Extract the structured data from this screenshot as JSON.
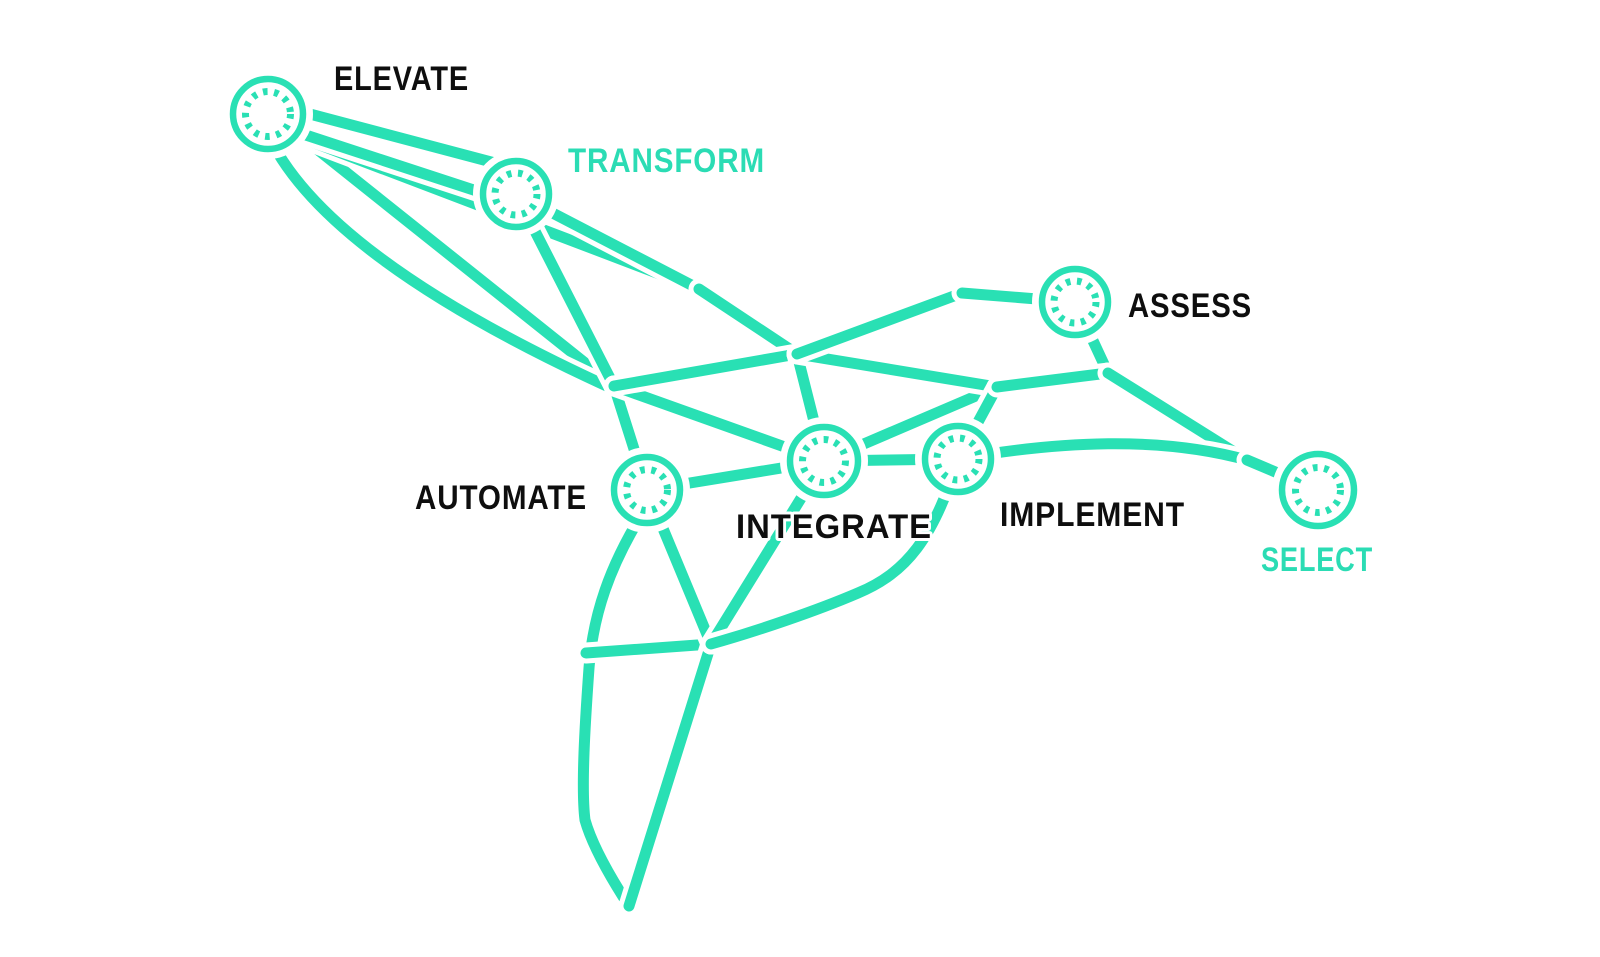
{
  "diagram": {
    "colors": {
      "line": "#29e0b4",
      "accent": "#2bdcb4",
      "dark": "#0e0e0e",
      "background": "#ffffff"
    },
    "nodes": [
      {
        "id": "elevate",
        "label": "ELEVATE",
        "label_color": "#0e0e0e"
      },
      {
        "id": "transform",
        "label": "TRANSFORM",
        "label_color": "#2bdcb4"
      },
      {
        "id": "assess",
        "label": "ASSESS",
        "label_color": "#0e0e0e"
      },
      {
        "id": "automate",
        "label": "AUTOMATE",
        "label_color": "#0e0e0e"
      },
      {
        "id": "integrate",
        "label": "INTEGRATE",
        "label_color": "#0e0e0e"
      },
      {
        "id": "implement",
        "label": "IMPLEMENT",
        "label_color": "#0e0e0e"
      },
      {
        "id": "select",
        "label": "SELECT",
        "label_color": "#2bdcb4"
      }
    ]
  }
}
